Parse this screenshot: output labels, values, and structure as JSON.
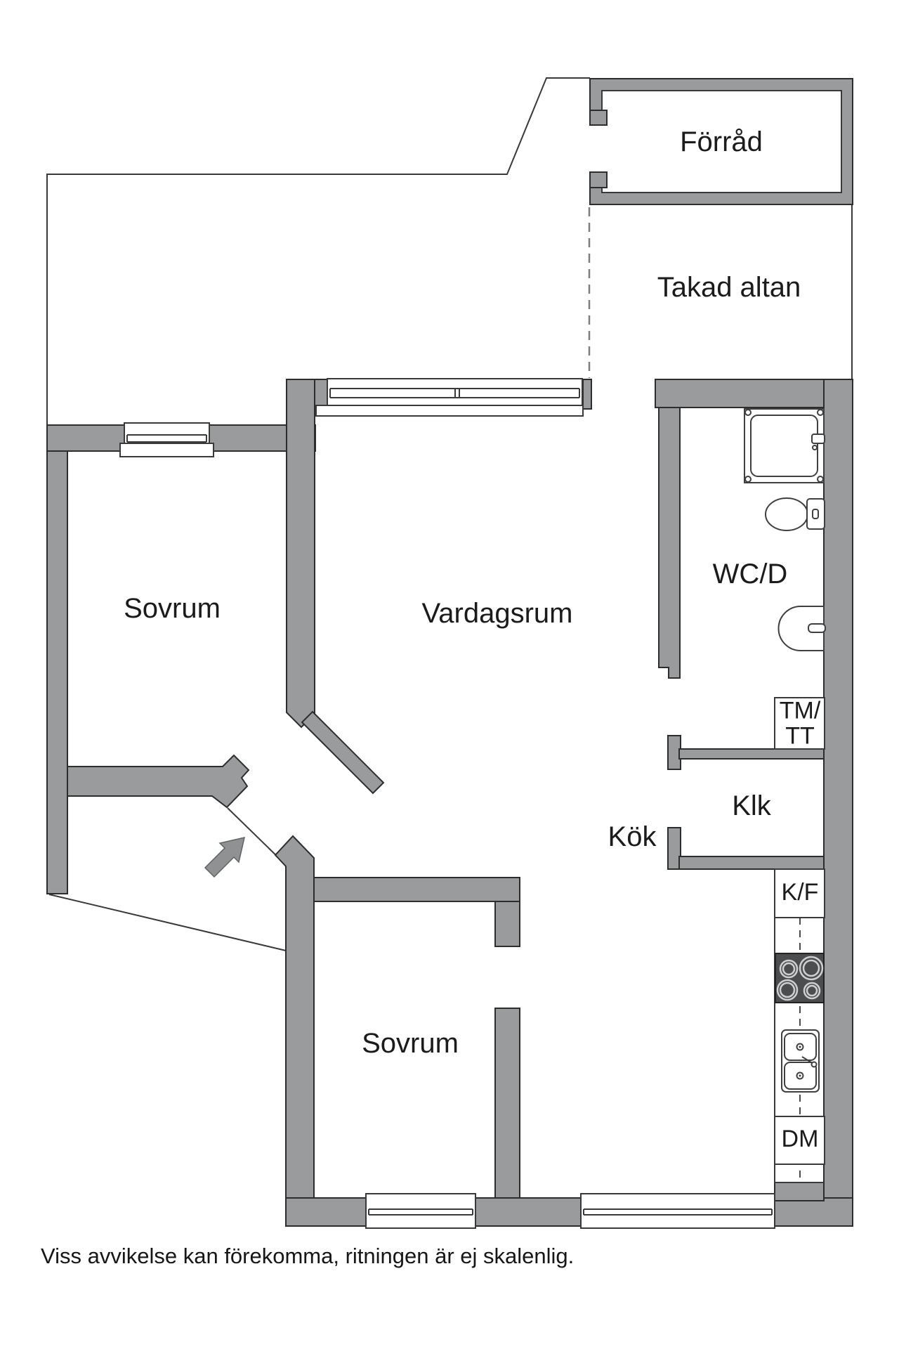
{
  "rooms": {
    "forrad": "Förråd",
    "takad_altan": "Takad altan",
    "sovrum_1": "Sovrum",
    "vardagsrum": "Vardagsrum",
    "wcd": "WC/D",
    "klk": "Klk",
    "kok": "Kök",
    "sovrum_2": "Sovrum"
  },
  "appliances": {
    "tm_line1": "TM/",
    "tm_line2": "TT",
    "kf": "K/F",
    "dm": "DM"
  },
  "footer": {
    "disclaimer": "Viss avvikelse kan förekomma, ritningen är ej skalenlig."
  },
  "colors": {
    "wall_fill": "#999b9c",
    "outline": "#2d2d2d",
    "stove_fill": "#4b4d4e",
    "dashed_line": "#7c7e7f",
    "text": "#1b1b1b"
  }
}
